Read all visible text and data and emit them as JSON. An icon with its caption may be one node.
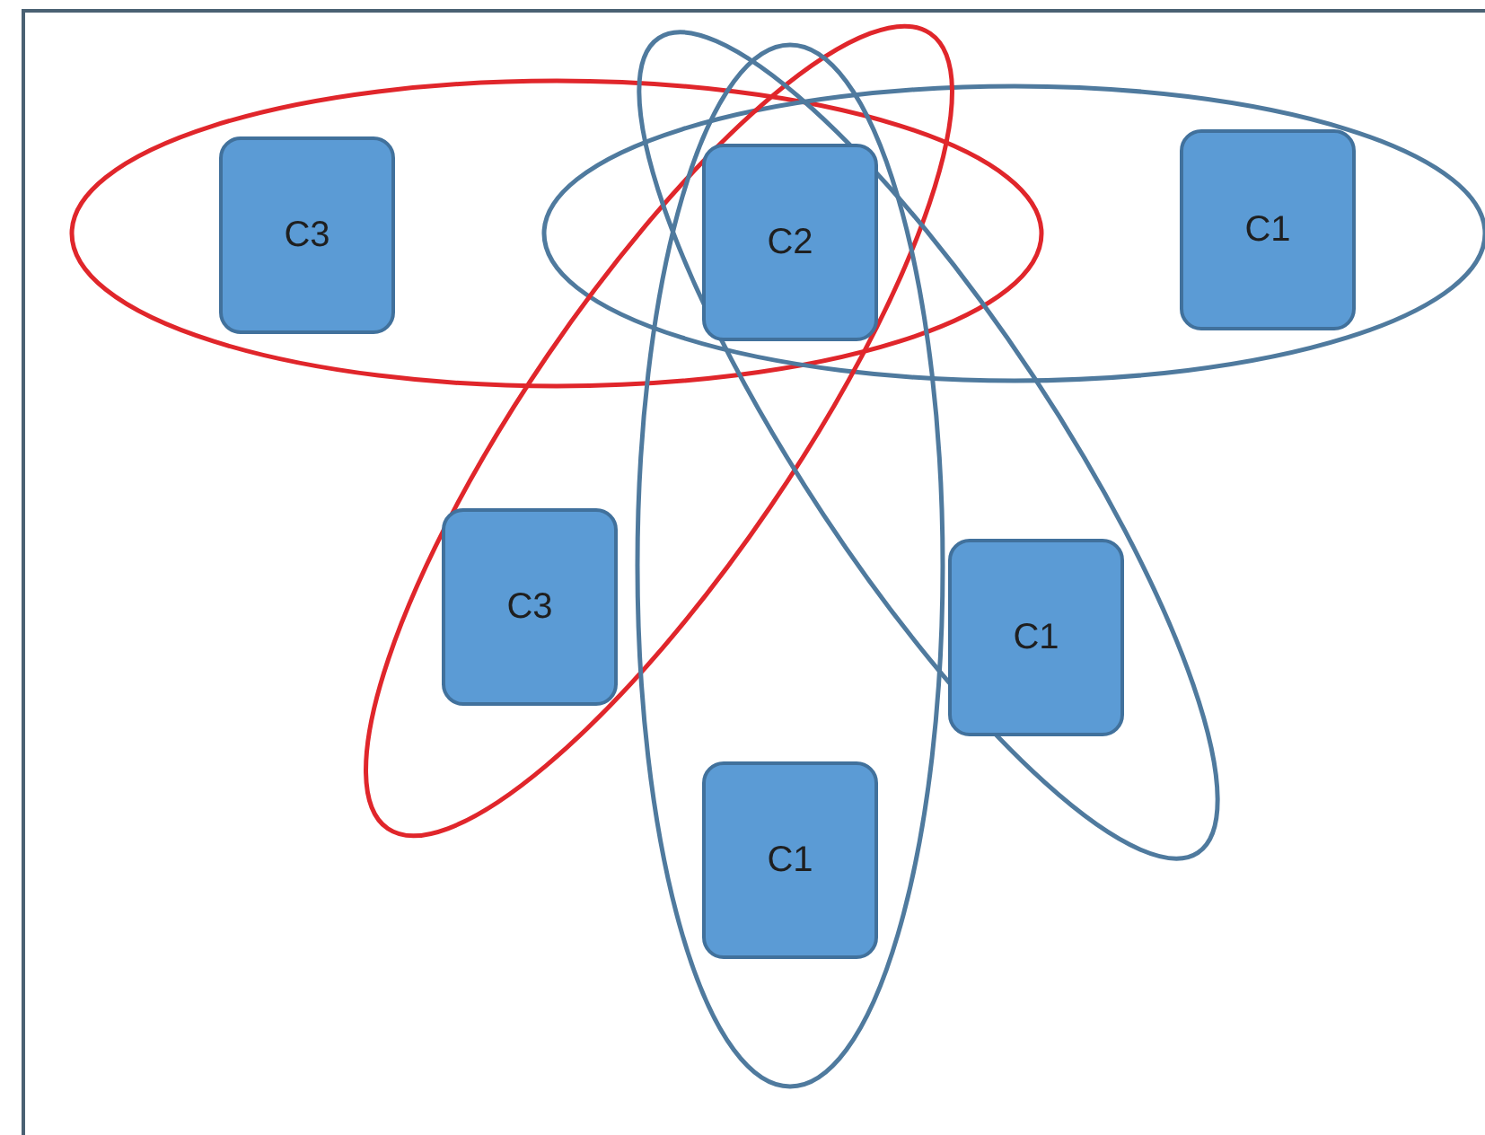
{
  "diagram": {
    "nodes": [
      {
        "text": [
          "C3"
        ]
      },
      {
        "text": [
          "C2"
        ]
      },
      {
        "text": [
          "C1"
        ]
      },
      {
        "text": [
          "C3"
        ]
      },
      {
        "text": [
          "C1"
        ]
      },
      {
        "text": [
          "C1"
        ]
      }
    ]
  }
}
